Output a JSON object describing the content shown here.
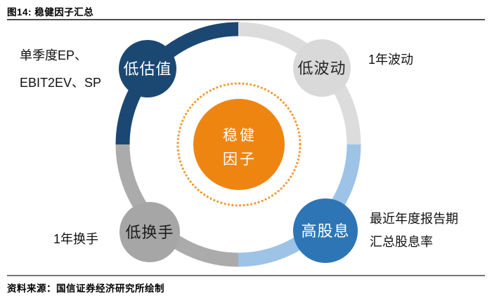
{
  "figure": {
    "title": "图14: 稳健因子汇总",
    "source": "资料来源：国信证券经济研究所绘制"
  },
  "diagram": {
    "center": {
      "label_line1": "稳健",
      "label_line2": "因子",
      "fill": "#EF8511",
      "text_color": "#FFFFFF",
      "dotted_ring_color": "#F29B38"
    },
    "factors": [
      {
        "id": "low-valuation",
        "position": "top-left",
        "label": "低估值",
        "fill": "#1B4872",
        "text_color": "#FFFFFF",
        "arc_color": "#1B4872",
        "annotation_line1": "单季度EP、",
        "annotation_line2": "EBIT2EV、SP"
      },
      {
        "id": "low-volatility",
        "position": "top-right",
        "label": "低波动",
        "fill": "#D9D9D9",
        "text_color": "#262626",
        "arc_color": "#DCDCDC",
        "annotation_line1": "1年波动",
        "annotation_line2": ""
      },
      {
        "id": "low-turnover",
        "position": "bottom-left",
        "label": "低换手",
        "fill": "#A6A6A6",
        "text_color": "#1a1a1a",
        "arc_color": "#ABABAB",
        "annotation_line1": "1年换手",
        "annotation_line2": ""
      },
      {
        "id": "high-dividend",
        "position": "bottom-right",
        "label": "高股息",
        "fill": "#2E75B6",
        "text_color": "#FFFFFF",
        "arc_color": "#9DC3E6",
        "annotation_line1": "最近年度报告期",
        "annotation_line2": "汇总股息率"
      }
    ]
  }
}
